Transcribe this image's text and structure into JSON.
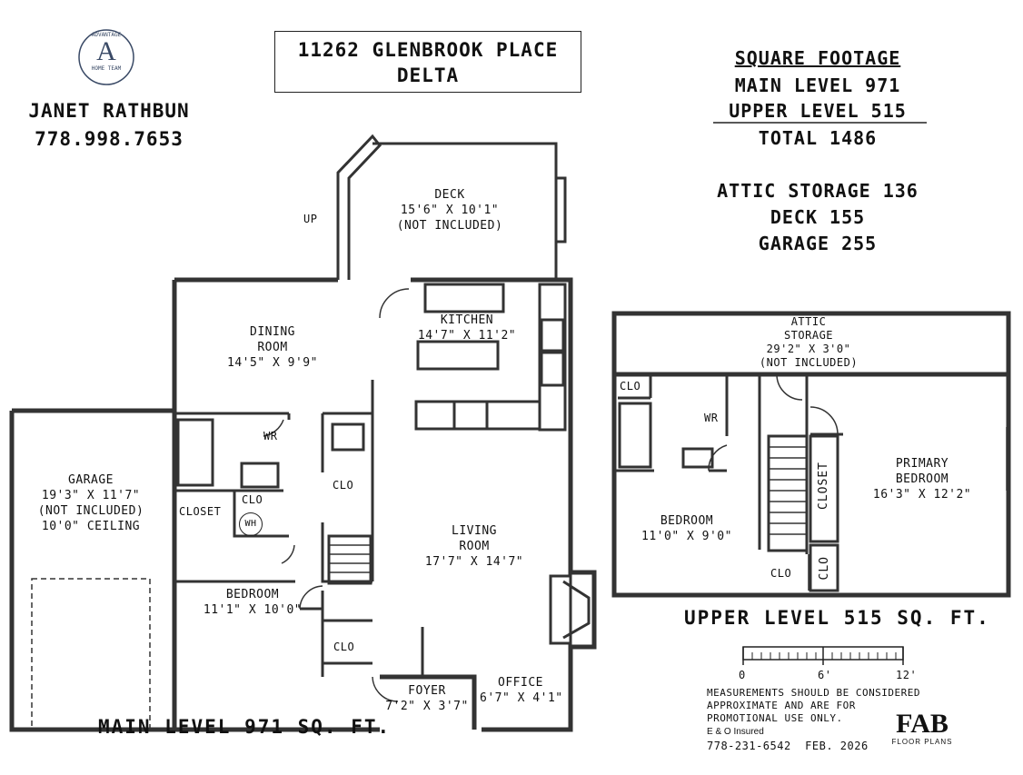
{
  "header": {
    "address_line1": "11262 GLENBROOK PLACE",
    "address_line2": "DELTA"
  },
  "agent": {
    "logo_top_text": "ADVANTAGE",
    "logo_letter": "A",
    "logo_bottom_text": "HOME TEAM",
    "name": "JANET RATHBUN",
    "phone": "778.998.7653"
  },
  "square_footage": {
    "heading": "SQUARE FOOTAGE",
    "main_level": "MAIN LEVEL 971",
    "upper_level": "UPPER LEVEL 515",
    "total": "TOTAL 1486",
    "attic_storage": "ATTIC STORAGE 136",
    "deck": "DECK 155",
    "garage": "GARAGE 255"
  },
  "main_level": {
    "caption": "MAIN LEVEL 971 SQ. FT.",
    "rooms": {
      "deck": [
        "DECK",
        "15'6\" X 10'1\"",
        "(NOT INCLUDED)"
      ],
      "up": "UP",
      "dining": [
        "DINING",
        "ROOM",
        "14'5\" X 9'9\""
      ],
      "kitchen": [
        "KITCHEN",
        "14'7\" X 11'2\""
      ],
      "garage": [
        "GARAGE",
        "19'3\" X 11'7\"",
        "(NOT INCLUDED)",
        "10'0\" CEILING"
      ],
      "wr": "WR",
      "closet": "CLOSET",
      "clo_wh": "CLO",
      "wh": "WH",
      "clo_hall": "CLO",
      "living": [
        "LIVING",
        "ROOM",
        "17'7\" X 14'7\""
      ],
      "bedroom": [
        "BEDROOM",
        "11'1\" X 10'0\""
      ],
      "clo_entry": "CLO",
      "foyer": [
        "FOYER",
        "7'2\" X 3'7\""
      ],
      "office": [
        "OFFICE",
        "6'7\" X 4'1\""
      ]
    }
  },
  "upper_level": {
    "caption": "UPPER LEVEL 515 SQ. FT.",
    "rooms": {
      "attic": [
        "ATTIC",
        "STORAGE",
        "29'2\" X 3'0\"",
        "(NOT INCLUDED)"
      ],
      "clo_left": "CLO",
      "wr": "WR",
      "bedroom": [
        "BEDROOM",
        "11'0\" X 9'0\""
      ],
      "primary": [
        "PRIMARY",
        "BEDROOM",
        "16'3\" X 12'2\""
      ],
      "closet": "CLOSET",
      "clo_bottom": "CLO",
      "clo_side": "CLO"
    }
  },
  "scale": {
    "ticks": [
      "0",
      "6'",
      "12'"
    ]
  },
  "disclaimer": [
    "MEASUREMENTS SHOULD BE CONSIDERED",
    "APPROXIMATE AND ARE FOR",
    "PROMOTIONAL USE ONLY."
  ],
  "insurance": "E & O Insured",
  "contact": "778-231-6542  FEB. 2026",
  "brand": {
    "name": "FAB",
    "sub": "FLOOR PLANS"
  }
}
